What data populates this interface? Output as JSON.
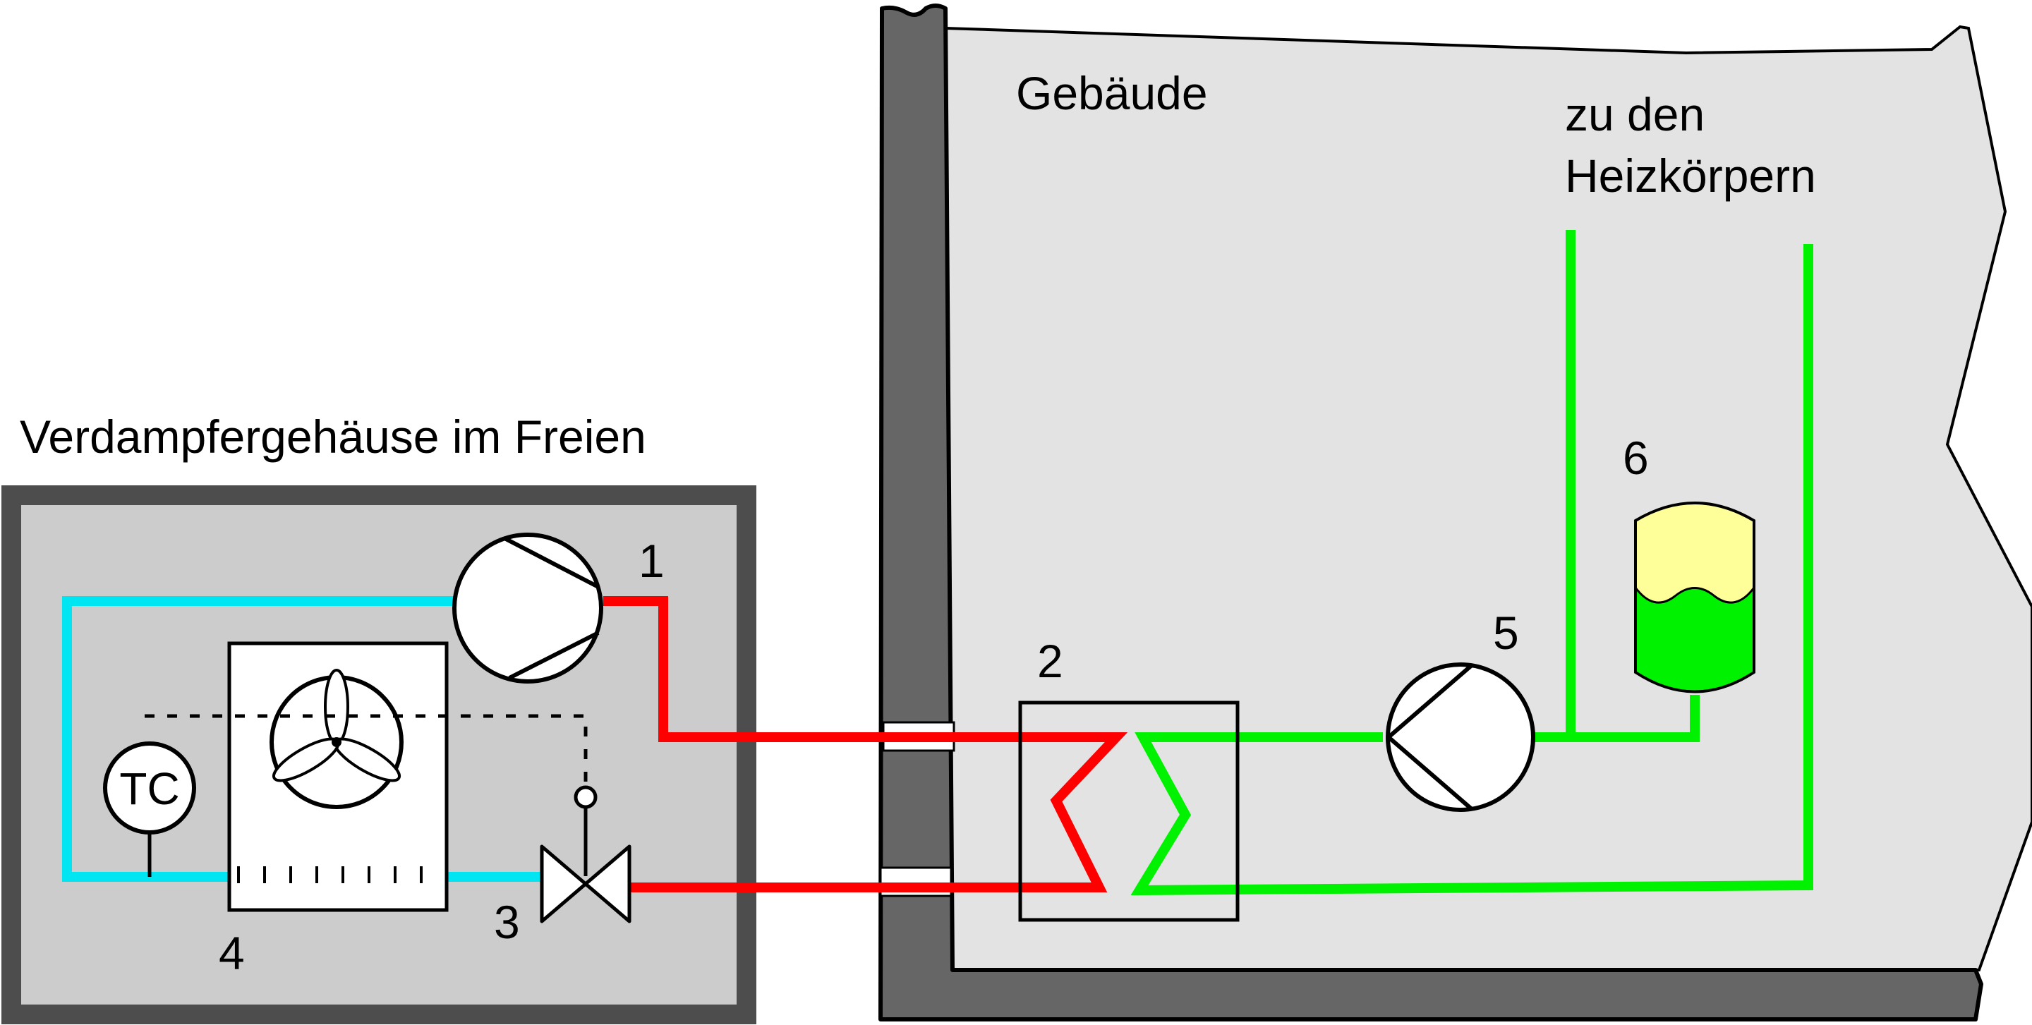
{
  "labels": {
    "outdoor_unit": "Verdampfergehäuse im Freien",
    "building": "Gebäude",
    "to_radiators_line1": "zu den",
    "to_radiators_line2": "Heizkörpern",
    "controller": "TC"
  },
  "components": {
    "compressor": "1",
    "condenser": "2",
    "expansion_valve": "3",
    "evaporator": "4",
    "circulation_pump": "5",
    "expansion_tank": "6"
  },
  "colors": {
    "cold_refrigerant": "#00e5f2",
    "hot_refrigerant": "#ff0000",
    "heating_water": "#00f200",
    "wall": "#666666",
    "building_interior": "#e3e3e3",
    "outdoor_housing_fill": "#cccccc",
    "outdoor_housing_frame": "#4d4d4d",
    "tank_gas": "#ffff99",
    "tank_liquid": "#00f200"
  }
}
